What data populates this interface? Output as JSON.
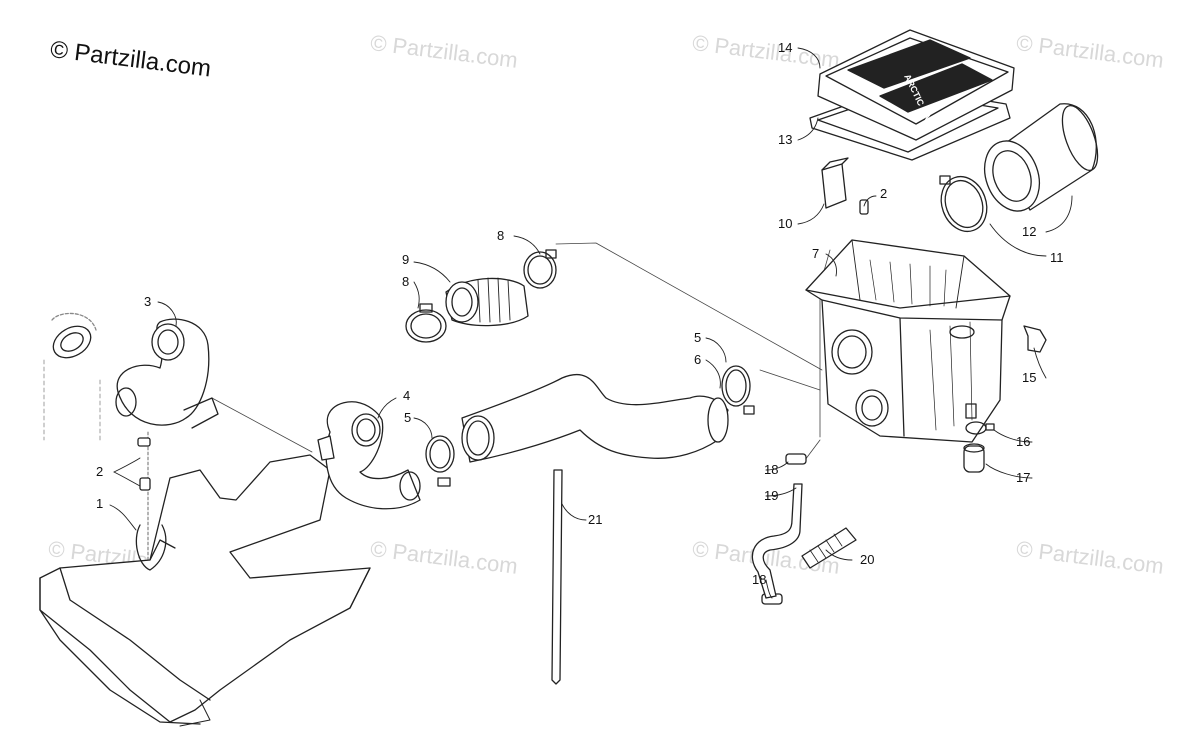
{
  "copyright": "© Partzilla.com",
  "watermark": "© Partzilla.com",
  "lid_brand": "ARCTIC CAT",
  "callouts": {
    "c1": "1",
    "c2a": "2",
    "c2b": "2",
    "c3": "3",
    "c4": "4",
    "c5a": "5",
    "c5b": "5",
    "c6": "6",
    "c7": "7",
    "c8a": "8",
    "c8b": "8",
    "c9": "9",
    "c10": "10",
    "c11": "11",
    "c12": "12",
    "c13": "13",
    "c14": "14",
    "c15": "15",
    "c16": "16",
    "c17": "17",
    "c18a": "18",
    "c18b": "18",
    "c19": "19",
    "c20": "20",
    "c21": "21"
  },
  "colors": {
    "line": "#222222",
    "watermark": "#d8d8d8",
    "background": "#ffffff"
  }
}
